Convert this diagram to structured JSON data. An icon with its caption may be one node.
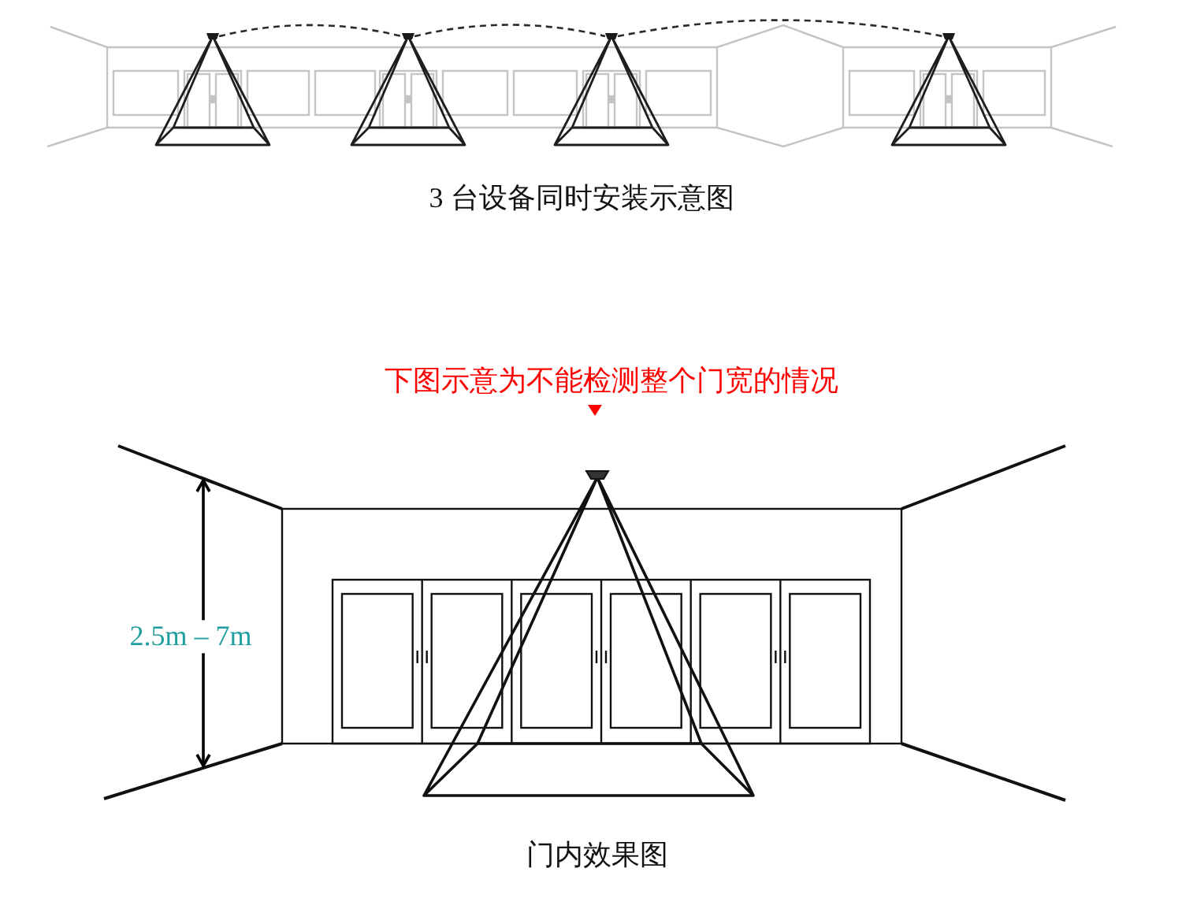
{
  "diagram": {
    "nodes": [
      {
        "text": [],
        "shape": "box"
      },
      {
        "text": [],
        "shape": "box"
      },
      {
        "text": [],
        "shape": "box"
      },
      {
        "text": [],
        "shape": "box"
      }
    ],
    "edges": [
      {
        "from": 0,
        "to": 1,
        "arrow": "none",
        "style": "dashed"
      },
      {
        "from": 1,
        "to": 2,
        "arrow": "none",
        "style": "dashed"
      },
      {
        "from": 2,
        "to": 3,
        "arrow": "none",
        "style": "dashed"
      }
    ],
    "labels": [
      "3 台设备同时安装示意图",
      "下图示意为不能检测整个门宽的情况",
      "2.5m – 7m",
      "门内效果图"
    ]
  }
}
